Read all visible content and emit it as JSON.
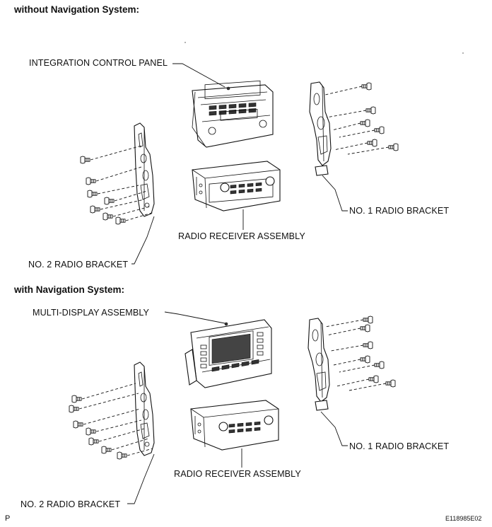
{
  "sections": {
    "without_nav": {
      "heading": "without Navigation System:",
      "integration_panel_label": "INTEGRATION CONTROL PANEL",
      "radio_receiver_label": "RADIO RECEIVER ASSEMBLY",
      "no1_bracket_label": "NO. 1 RADIO BRACKET",
      "no2_bracket_label": "NO. 2 RADIO BRACKET"
    },
    "with_nav": {
      "heading": "with Navigation System:",
      "multi_display_label": "MULTI-DISPLAY ASSEMBLY",
      "radio_receiver_label": "RADIO RECEIVER ASSEMBLY",
      "no1_bracket_label": "NO. 1 RADIO BRACKET",
      "no2_bracket_label": "NO. 2 RADIO BRACKET"
    }
  },
  "footer": {
    "left_mark": "P",
    "figure_code": "E118985E02"
  }
}
